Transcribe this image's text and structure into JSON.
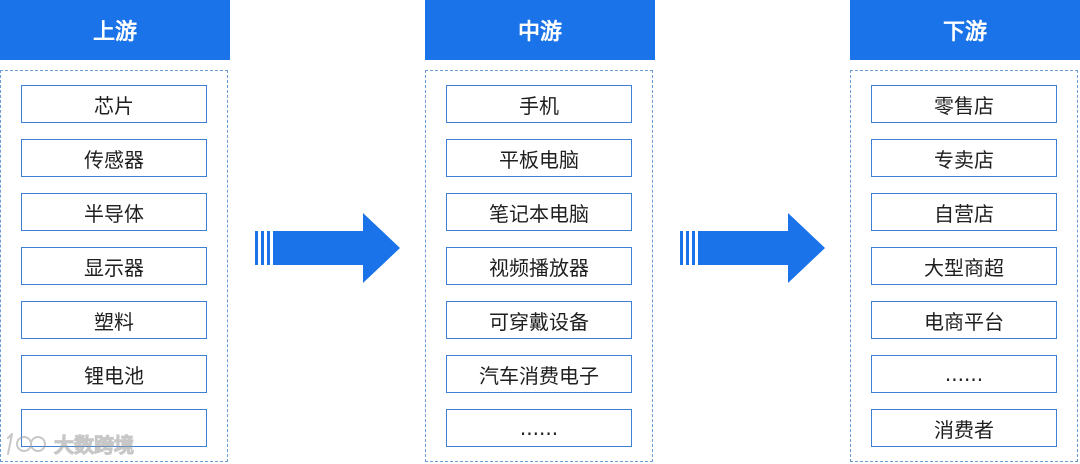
{
  "colors": {
    "accent": "#1a73e8",
    "border": "#3d7fd6",
    "dashed": "#6d9bd6"
  },
  "columns": [
    {
      "title": "上游",
      "items": [
        "芯片",
        "传感器",
        "半导体",
        "显示器",
        "塑料",
        "锂电池",
        ""
      ]
    },
    {
      "title": "中游",
      "items": [
        "手机",
        "平板电脑",
        "笔记本电脑",
        "视频播放器",
        "可穿戴设备",
        "汽车消费电子",
        "......"
      ]
    },
    {
      "title": "下游",
      "items": [
        "零售店",
        "专卖店",
        "自营店",
        "大型商超",
        "电商平台",
        "......",
        "消费者"
      ]
    }
  ],
  "watermark": {
    "text": "大数跨境",
    "icon": "logo-mark-icon"
  }
}
